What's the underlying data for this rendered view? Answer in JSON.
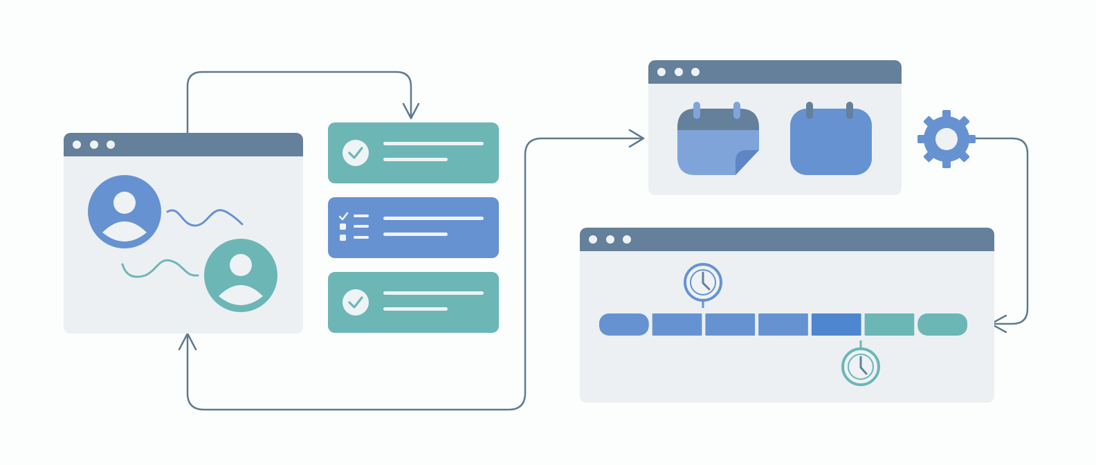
{
  "colors": {
    "background": "#fcfdfd",
    "window_bg": "#ecf0f2",
    "titlebar": "#64809a",
    "teal": "#6cb6b6",
    "blue": "#6692d2",
    "blue_light": "#7ea4da",
    "connector": "#5e7a8e",
    "gear": "#6692d2"
  },
  "icons": {
    "user_a": "user-avatar-icon",
    "user_b": "user-avatar-icon",
    "check_a": "check-circle-icon",
    "checklist": "checklist-icon",
    "check_b": "check-circle-icon",
    "calendar_a": "calendar-page-icon",
    "calendar_b": "calendar-icon",
    "gear": "gear-icon",
    "clock_a": "clock-icon",
    "clock_b": "clock-icon"
  },
  "timeline": {
    "segments": [
      "blue",
      "blue",
      "blue",
      "blue",
      "blue",
      "teal",
      "teal"
    ]
  }
}
